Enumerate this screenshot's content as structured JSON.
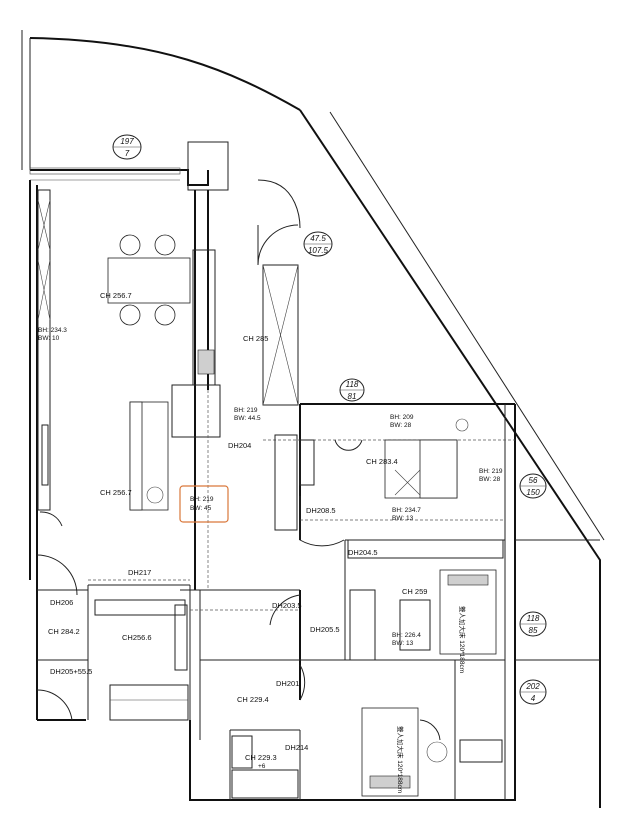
{
  "ceiling_labels": [
    {
      "id": "ch-dining",
      "text": "CH  256.7"
    },
    {
      "id": "ch-corridor",
      "text": "CH  285"
    },
    {
      "id": "ch-bedroom",
      "text": "CH  283.4"
    },
    {
      "id": "ch-living",
      "text": "CH  256.7"
    },
    {
      "id": "ch-small",
      "text": "CH  284.2"
    },
    {
      "id": "ch-study",
      "text": "CH256.6"
    },
    {
      "id": "ch-lower",
      "text": "CH  229.4"
    },
    {
      "id": "ch-closet",
      "text": "CH  259"
    },
    {
      "id": "ch-bottom",
      "text": "CH  229.3"
    }
  ],
  "beam_labels": [
    {
      "id": "bh-left-1",
      "bh": "BH: 234.3",
      "bw": "BW: 10"
    },
    {
      "id": "bh-mid",
      "bh": "BH: 219",
      "bw": "BW: 44.5"
    },
    {
      "id": "bh-bed-top",
      "bh": "BH: 209",
      "bw": "BW: 28"
    },
    {
      "id": "bh-highlight",
      "bh": "BH: 219",
      "bw": "BW: 45"
    },
    {
      "id": "bh-right",
      "bh": "BH: 219",
      "bw": "BW: 28"
    },
    {
      "id": "bh-bed-low",
      "bh": "BH: 234.7",
      "bw": "BW: 13"
    },
    {
      "id": "bh-closet",
      "bh": "BH: 226.4",
      "bw": "BW: 13"
    }
  ],
  "door_labels": [
    {
      "id": "dh204",
      "text": "DH204"
    },
    {
      "id": "dh208",
      "text": "DH208.5"
    },
    {
      "id": "dh204b",
      "text": "DH204.5"
    },
    {
      "id": "dh217",
      "text": "DH217"
    },
    {
      "id": "dh206",
      "text": "DH206"
    },
    {
      "id": "dh203",
      "text": "DH203.5"
    },
    {
      "id": "dh205",
      "text": "DH205.5"
    },
    {
      "id": "dh205b",
      "text": "DH205+55.5"
    },
    {
      "id": "dh201",
      "text": "DH201"
    },
    {
      "id": "dh214",
      "text": "DH214"
    }
  ],
  "window_markers": [
    {
      "id": "w-top",
      "top": "197",
      "bottom": "7"
    },
    {
      "id": "w-diag",
      "top": "47.5",
      "bottom": "107.5"
    },
    {
      "id": "w-bed",
      "top": "118",
      "bottom": "81"
    },
    {
      "id": "w-right",
      "top": "56",
      "bottom": "150"
    },
    {
      "id": "w-right2",
      "top": "118",
      "bottom": "85"
    },
    {
      "id": "w-right3",
      "top": "202",
      "bottom": "4"
    }
  ],
  "bed_labels": {
    "bed_mid": "雙人加大床 120*188cm",
    "bed_low": "雙人加大床 120*188cm"
  },
  "misc_labels": {
    "plus6": "+6"
  },
  "colors": {
    "highlight": "#d9773a",
    "line": "#111111"
  }
}
